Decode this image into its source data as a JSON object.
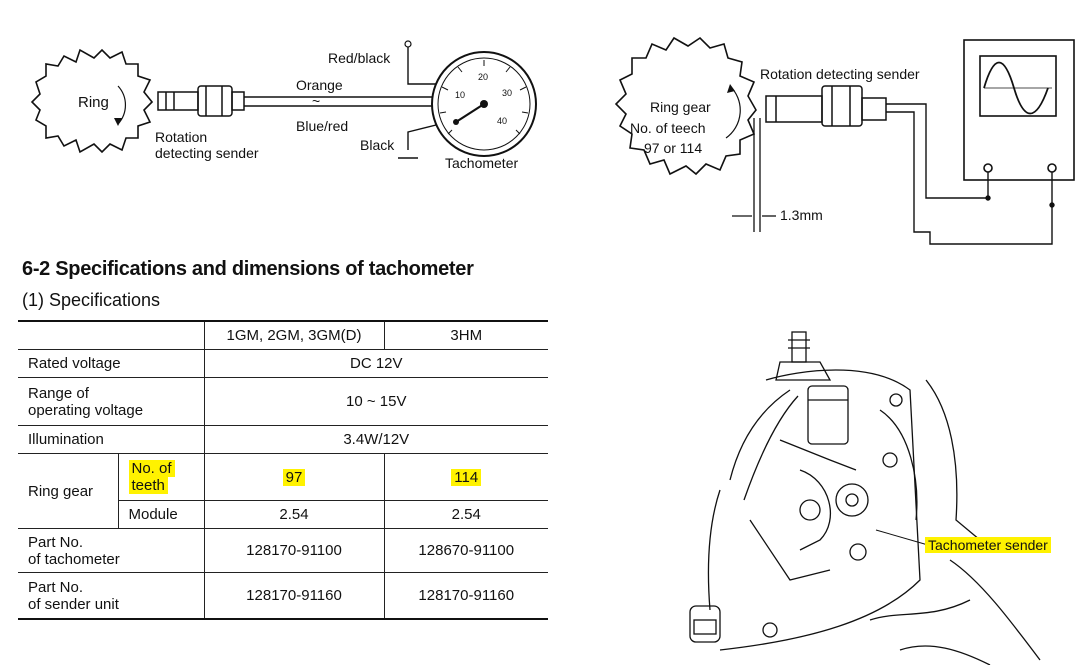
{
  "diagram_left": {
    "ring_label": "Ring",
    "sender_label_1": "Rotation",
    "sender_label_2": "detecting sender",
    "wire_red_black": "Red/black",
    "wire_orange": "Orange",
    "wave_symbol": "~",
    "wire_blue_red": "Blue/red",
    "wire_black": "Black",
    "tachometer_label": "Tachometer",
    "dial_ticks": [
      "10",
      "20",
      "30",
      "40"
    ]
  },
  "diagram_right": {
    "ring_label_1": "Ring gear",
    "ring_label_2": "No. of teech",
    "ring_label_3": "97 or 114",
    "sender_label": "Rotation detecting sender",
    "gap_label": "1.3mm"
  },
  "section_title": "6-2 Specifications and dimensions of tachometer",
  "sub_title": "(1) Specifications",
  "table": {
    "col_header_1": "1GM, 2GM, 3GM(D)",
    "col_header_2": "3HM",
    "rated_voltage_label": "Rated voltage",
    "rated_voltage_value": "DC 12V",
    "range_label_1": "Range of",
    "range_label_2": "operating voltage",
    "range_value": "10 ~ 15V",
    "illumination_label": "Illumination",
    "illumination_value": "3.4W/12V",
    "ring_gear_label": "Ring gear",
    "teeth_label_1": "No. of",
    "teeth_label_2": "teeth",
    "teeth_value_1": "97",
    "teeth_value_2": "114",
    "module_label": "Module",
    "module_value_1": "2.54",
    "module_value_2": "2.54",
    "part_tach_label_1": "Part No.",
    "part_tach_label_2": "of tachometer",
    "part_tach_value_1": "128170-91100",
    "part_tach_value_2": "128670-91100",
    "part_sender_label_1": "Part No.",
    "part_sender_label_2": "of sender unit",
    "part_sender_value_1": "128170-91160",
    "part_sender_value_2": "128170-91160"
  },
  "engine_figure": {
    "callout_label": "Tachometer sender"
  },
  "colors": {
    "highlight": "#fff200",
    "ink": "#111111"
  }
}
